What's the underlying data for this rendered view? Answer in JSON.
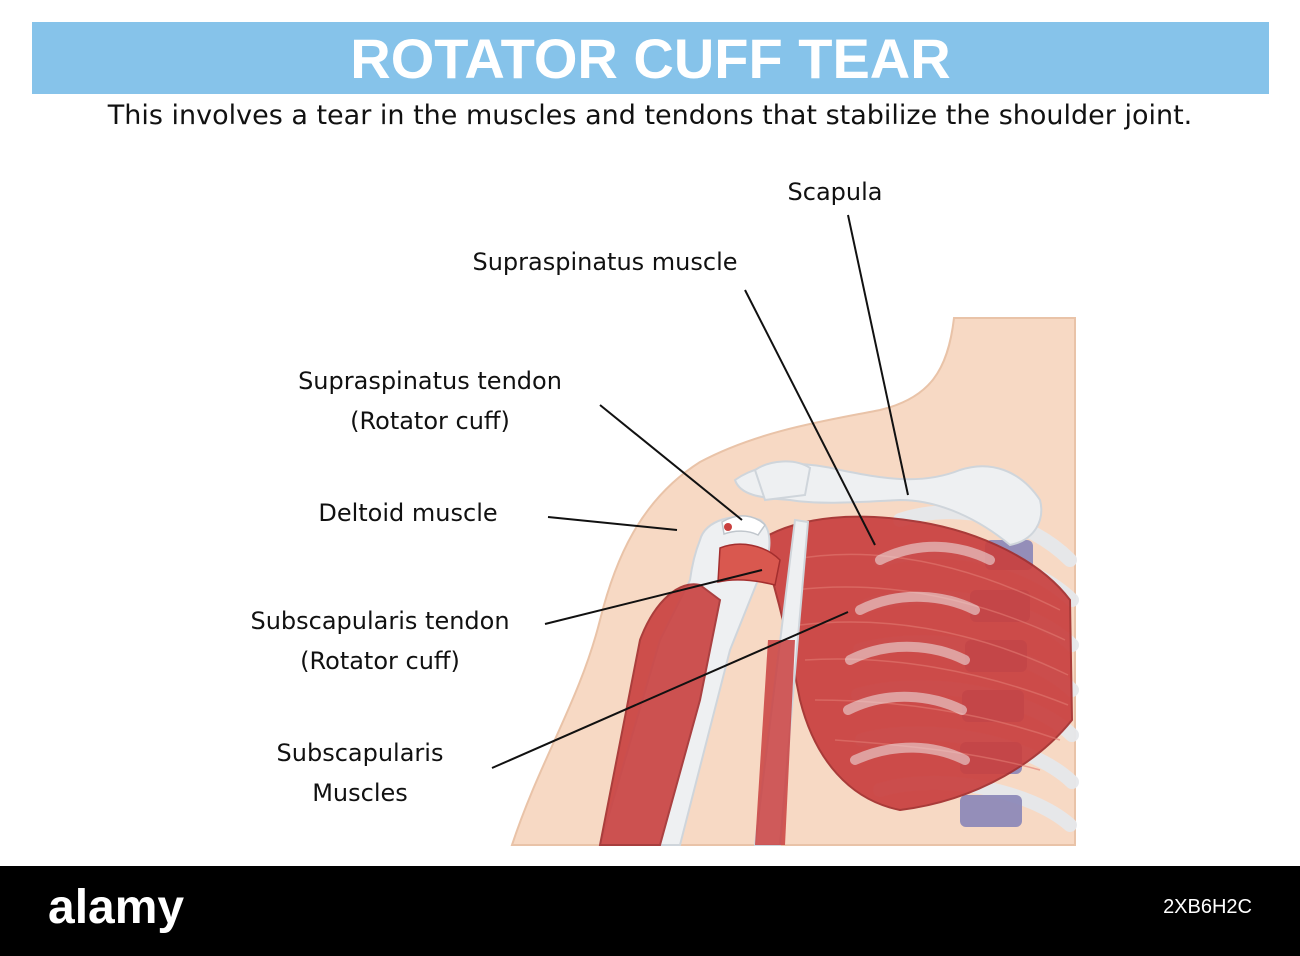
{
  "header": {
    "title": "ROTATOR CUFF TEAR",
    "subtitle": "This involves a tear in the muscles and tendons that stabilize the shoulder joint."
  },
  "labels": {
    "scapula": "Scapula",
    "supraspinatus_muscle": "Supraspinatus muscle",
    "supraspinatus_tendon_line1": "Supraspinatus tendon",
    "supraspinatus_tendon_line2": "(Rotator cuff)",
    "deltoid_muscle": "Deltoid muscle",
    "subscapularis_tendon_line1": "Subscapularis tendon",
    "subscapularis_tendon_line2": "(Rotator cuff)",
    "subscapularis_muscles_line1": "Subscapularis",
    "subscapularis_muscles_line2": "Muscles"
  },
  "footer": {
    "brand": "alamy",
    "image_id": "2XB6H2C"
  },
  "colors": {
    "banner": "#86c3ea",
    "skin": "#f7d9c4",
    "muscle": "#c9403f",
    "bone": "#eef0f2",
    "vertebra": "#8a86b8"
  }
}
